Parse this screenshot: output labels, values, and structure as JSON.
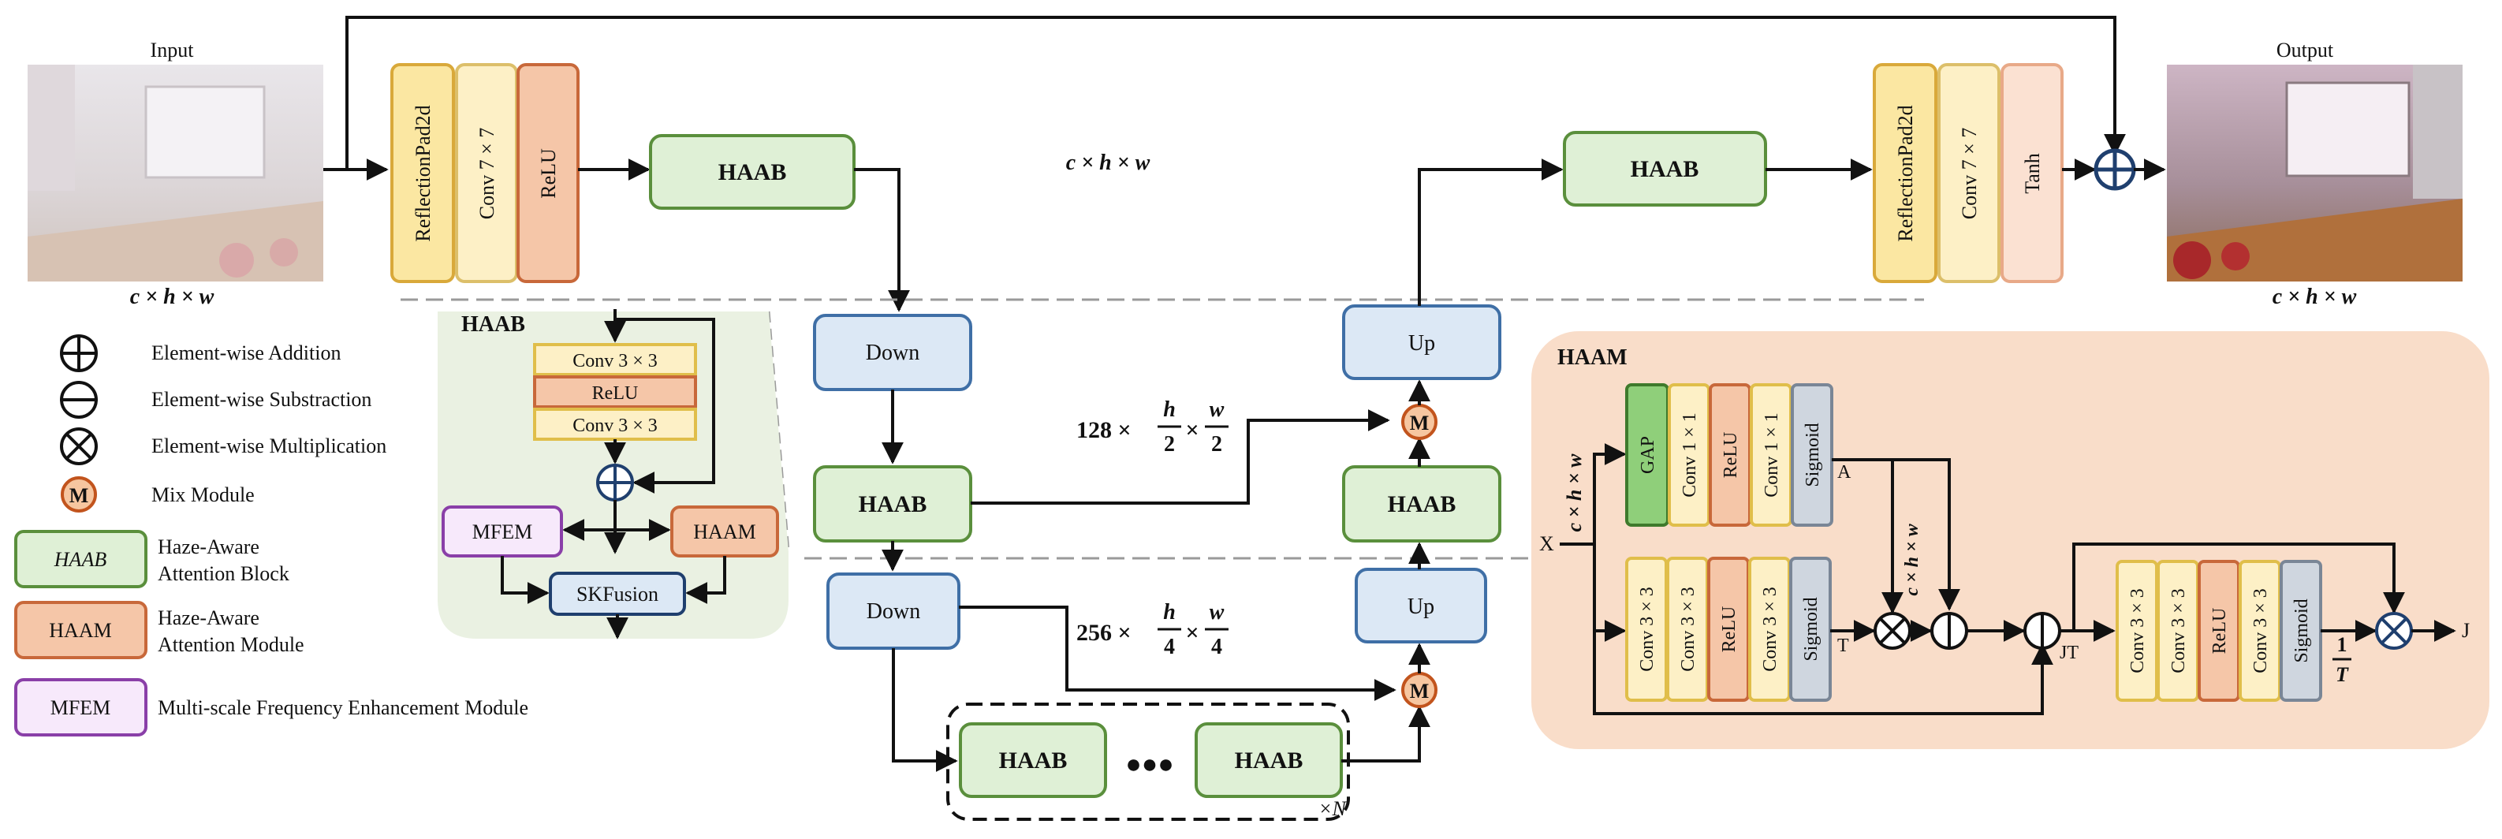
{
  "io": {
    "input_label": "Input",
    "output_label": "Output",
    "dim_label": "c × h × w"
  },
  "encoder_head": [
    "ReflectionPad2d",
    "Conv 7 × 7",
    "ReLU"
  ],
  "decoder_head": [
    "ReflectionPad2d",
    "Conv 7 × 7",
    "Tanh"
  ],
  "main": {
    "haab": "HAAB",
    "down": "Down",
    "up": "Up",
    "dim_full": "c × h × w",
    "dim_half_coef": "128 ×",
    "dim_quarter_coef": "256 ×",
    "frac_h_half": [
      "h",
      "2"
    ],
    "frac_w_half": [
      "w",
      "2"
    ],
    "frac_h_quarter": [
      "h",
      "4"
    ],
    "frac_w_quarter": [
      "w",
      "4"
    ],
    "dots": "●●●",
    "repeat_label": "×N",
    "mix_symbol": "M"
  },
  "legend": [
    {
      "icon": "plus-circle",
      "label": "Element-wise Addition"
    },
    {
      "icon": "minus-circle",
      "label": "Element-wise Substraction"
    },
    {
      "icon": "times-circle",
      "label": "Element-wise Multiplication"
    },
    {
      "icon": "mix-module",
      "symbol": "M",
      "label": "Mix Module"
    },
    {
      "icon": "green-box",
      "box_text": "HAAB",
      "label_lines": [
        "Haze-Aware",
        "Attention Block"
      ]
    },
    {
      "icon": "orange-box",
      "box_text": "HAAM",
      "label_lines": [
        "Haze-Aware",
        "Attention Module"
      ]
    },
    {
      "icon": "purple-box",
      "box_text": "MFEM",
      "label": "Multi-scale Frequency Enhancement Module"
    }
  ],
  "haab_detail": {
    "title": "HAAB",
    "layers": [
      "Conv 3 × 3",
      "ReLU",
      "Conv 3 × 3"
    ],
    "mfem": "MFEM",
    "haam": "HAAM",
    "skfusion": "SKFusion"
  },
  "haam_detail": {
    "title": "HAAM",
    "top_row": [
      "GAP",
      "Conv 1 × 1",
      "ReLU",
      "Conv 1 × 1",
      "Sigmoid"
    ],
    "mid_row": [
      "Conv 3 × 3",
      "Conv 3 × 3",
      "ReLU",
      "Conv 3 × 3",
      "Sigmoid"
    ],
    "right_row": [
      "Conv 3 × 3",
      "Conv 3 × 3",
      "ReLU",
      "Conv 3 × 3",
      "Sigmoid"
    ],
    "label_x": "X",
    "label_a": "A",
    "label_t": "T",
    "label_jt": "JT",
    "label_j": "J",
    "dim_x": "c × h × w",
    "dim_mid": "c × h × w",
    "recip": [
      "1",
      "T"
    ]
  },
  "colors": {
    "yellow": "#fbe7a2",
    "yellow_border": "#d9a93a",
    "cream": "#fdf0c6",
    "cream_border": "#dcbf6a",
    "orange": "#f5c6a8",
    "orange_border": "#c8683a",
    "tanh": "#fbe1d2",
    "tanh_border": "#e8a988",
    "green": "#dff0d6",
    "green_border": "#5a8f3c",
    "gap": "#8fcf7a",
    "gap_border": "#3f7a2c",
    "blue": "#dce8f5",
    "blue_border": "#3f6fa6",
    "gray": "#cfd6df",
    "gray_border": "#7a8696",
    "purple": "#f7e9fb",
    "purple_border": "#8a3fa8",
    "haab_panel": "#eaf1e2",
    "haam_panel": "#f9ddc9",
    "mix_fill": "#f6c6a0",
    "mix_border": "#c2541d",
    "op_border": "#1f3f6e"
  }
}
